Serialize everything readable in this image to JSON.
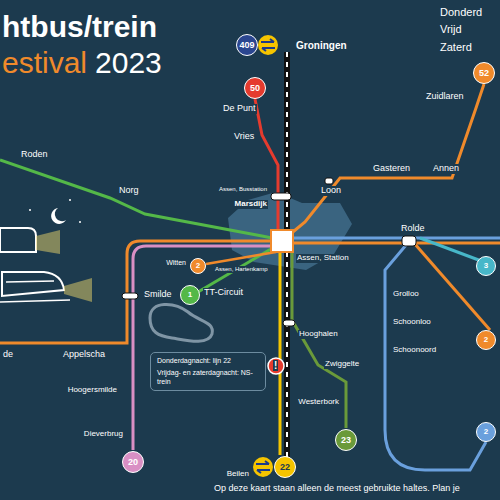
{
  "diagram": {
    "title": "htbus/trein",
    "caption": "Op deze kaart staan alleen de meest gebruikte haltes. Plan je",
    "nodes": [
      {
        "text": [
          "409"
        ]
      },
      {
        "text": [
          "50"
        ]
      },
      {
        "text": [
          "52"
        ]
      },
      {
        "text": [
          "3"
        ]
      },
      {
        "text": [
          "2"
        ]
      },
      {
        "text": [
          "1"
        ]
      },
      {
        "text": [
          "2"
        ]
      },
      {
        "text": [
          "Donderdagnacht: lijn 22",
          "Vrijdag- en zaterdagnacht: NS-trein"
        ]
      },
      {
        "text": [
          "2"
        ]
      },
      {
        "text": [
          "20"
        ]
      },
      {
        "text": [
          "22"
        ]
      },
      {
        "text": [
          "23"
        ]
      }
    ],
    "labels": [
      "estival",
      "2023",
      "Donderd",
      "Vrijd",
      "Zaterd",
      "Groningen",
      "De Punt",
      "Vries",
      "Zuidlaren",
      "Gasteren",
      "Annen",
      "Roden",
      "Norg",
      "Loon",
      "Assen, Busstation",
      "Marsdijk",
      "Rolde",
      "Witten",
      "Assen, Hartenkamp",
      "Assen, Station",
      "Smilde",
      "Grolloo",
      "Schoonloo",
      "Schoonoord",
      "TT-Circuit",
      "Hooghalen",
      "Zwiggelte",
      "Westerbork",
      "Beilen",
      "de",
      "Appelscha",
      "Hoogersmilde",
      "Dieverbrug",
      "!"
    ]
  }
}
